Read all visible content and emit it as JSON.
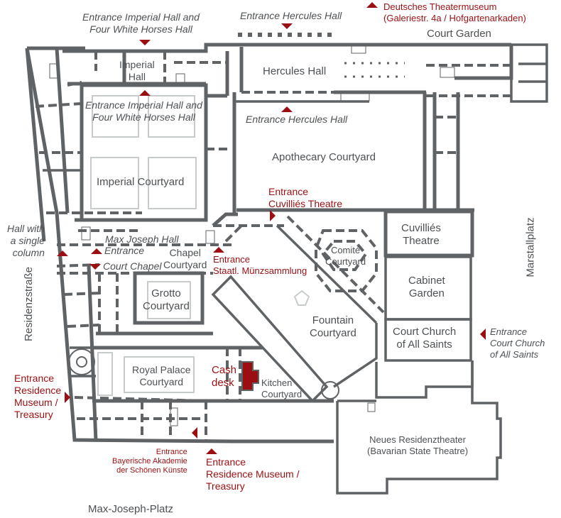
{
  "map": {
    "title": "Residenz München floor plan",
    "colors": {
      "walls": "#5f6365",
      "text": "#4d5154",
      "entrance": "#9b0f12",
      "light_lines": "#c8cbcc",
      "background": "#ffffff"
    },
    "streets": {
      "top_right": "Court Garden",
      "right": "Marstallplatz",
      "left": "Residenzstraße",
      "bottom": "Max-Joseph-Platz"
    },
    "rooms": {
      "imperial_hall": "Imperial\nHall",
      "hercules_hall": "Hercules Hall",
      "imperial_courtyard": "Imperial Courtyard",
      "apothecary_courtyard": "Apothecary Courtyard",
      "cuvillies_theatre": "Cuvilliés\nTheatre",
      "comite_courtyard": "Comité\nCourtyard",
      "cabinet_garden": "Cabinet\nGarden",
      "court_church": "Court Church\nof All Saints",
      "fountain_courtyard": "Fountain\nCourtyard",
      "chapel_courtyard": "Chapel\nCourtyard",
      "grotto_courtyard": "Grotto\nCourtyard",
      "royal_palace_courtyard": "Royal Palace\nCourtyard",
      "kitchen_courtyard": "Kitchen\nCourtyard",
      "neues_residenztheater": "Neues Residenztheater\n(Bavarian State Theatre)",
      "hall_single_column": "Hall with\na single\ncolumn",
      "max_joseph_hall": "Max Joseph Hall"
    },
    "entrances": {
      "imperial_hall_top": "Entrance Imperial Hall and\nFour White Horses Hall",
      "imperial_hall_inner": "Entrance Imperial Hall and\nFour White Horses Hall",
      "hercules_hall_top": "Entrance Hercules Hall",
      "hercules_hall_inner": "Entrance Hercules Hall",
      "theatermuseum": "Deutsches Theatermuseum\n(Galeriestr. 4a  / Hofgartenarkaden)",
      "cuvillies_theatre": "Entrance\nCuvilliés Theatre",
      "court_chapel_entrance": "Entrance",
      "court_chapel": "Court Chapel",
      "muenzsammlung": "Entrance\nStaatl. Münzsammlung",
      "court_church": "Entrance\nCourt Church\nof All Saints",
      "residence_museum_left": "Entrance\nResidence\nMuseum /\nTreasury",
      "akademie": "Entrance\nBayerische Akademie\nder Schönen Künste",
      "residence_museum_bottom": "Entrance\nResidence Museum /\nTreasury"
    },
    "cash_desk": "Cash\ndesk"
  }
}
